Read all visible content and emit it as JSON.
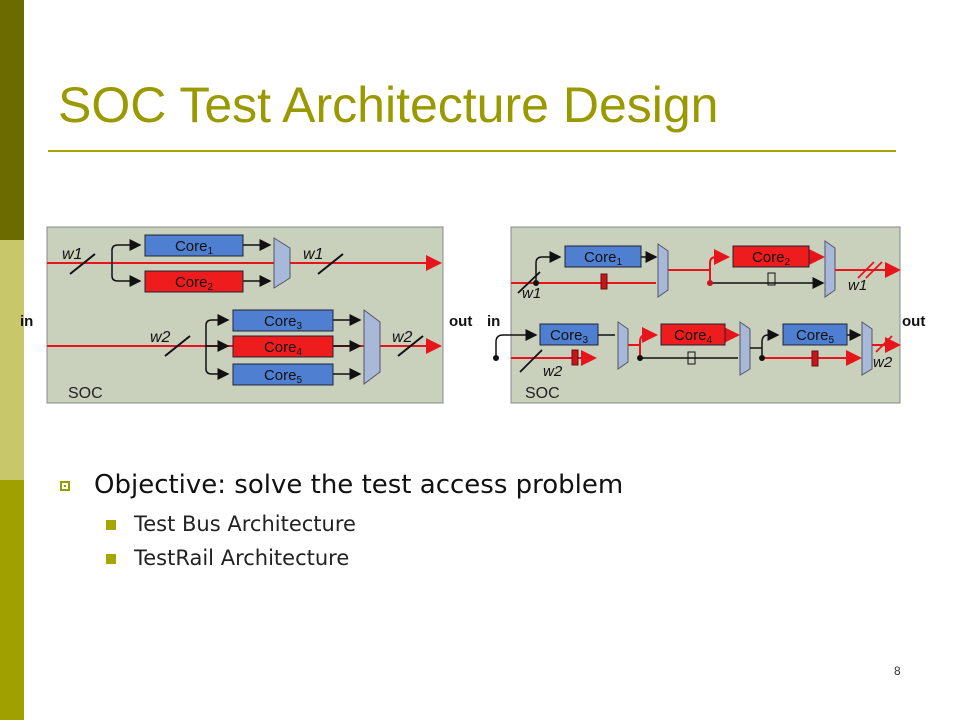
{
  "slide": {
    "title": "SOC Test Architecture Design",
    "page_number": "8"
  },
  "bullets": {
    "main": "Objective: solve the test access problem",
    "sub": [
      "Test Bus Architecture",
      "TestRail Architecture"
    ]
  },
  "left_diagram": {
    "soc_label": "SOC",
    "in_label": "in",
    "out_label": "out",
    "w1": "w1",
    "w2": "w2",
    "cores": [
      {
        "name": "Core",
        "sub": "1",
        "color": "#4f7fd0"
      },
      {
        "name": "Core",
        "sub": "2",
        "color": "#ee1c1c"
      },
      {
        "name": "Core",
        "sub": "3",
        "color": "#4f7fd0"
      },
      {
        "name": "Core",
        "sub": "4",
        "color": "#ee1c1c"
      },
      {
        "name": "Core",
        "sub": "5",
        "color": "#4f7fd0"
      }
    ]
  },
  "right_diagram": {
    "soc_label": "SOC",
    "in_label": "in",
    "out_label": "out",
    "w1": "w1",
    "w2": "w2",
    "cores": [
      {
        "name": "Core",
        "sub": "1",
        "color": "#4f7fd0"
      },
      {
        "name": "Core",
        "sub": "2",
        "color": "#ee1c1c"
      },
      {
        "name": "Core",
        "sub": "3",
        "color": "#4f7fd0"
      },
      {
        "name": "Core",
        "sub": "4",
        "color": "#ee1c1c"
      },
      {
        "name": "Core",
        "sub": "5",
        "color": "#4f7fd0"
      }
    ]
  },
  "colors": {
    "accent": "#9a9a00",
    "soc_fill": "#c9d1bd",
    "wire_red": "#e8141c",
    "mux_fill": "#a8b8d8"
  }
}
